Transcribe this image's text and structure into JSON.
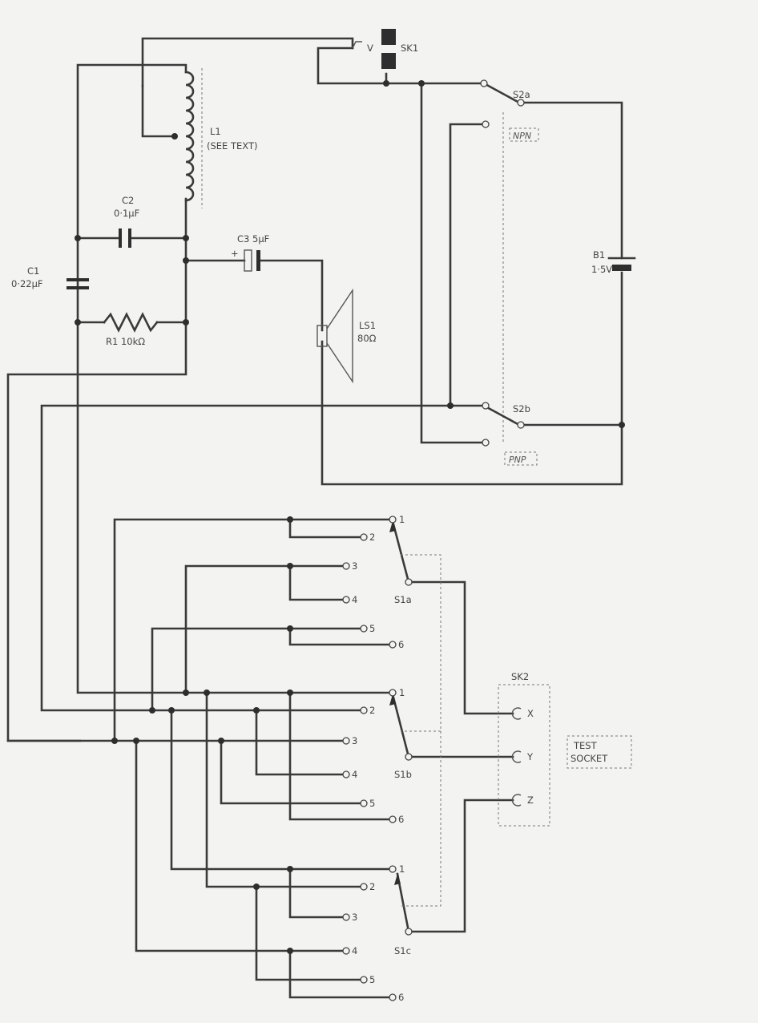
{
  "labels": {
    "l1": "L1",
    "l1_note": "(SEE TEXT)",
    "c2": "C2",
    "c2_value": "0·1μF",
    "c1": "C1",
    "c1_value": "0·22μF",
    "r1": "R1 10kΩ",
    "c3": "C3 5μF",
    "c3_plus": "+",
    "ls1": "LS1",
    "ls1_value": "80Ω",
    "sk1": "SK1",
    "sk1_v": "V",
    "s2a": "S2a",
    "s2b": "S2b",
    "npn": "NPN",
    "pnp": "PNP",
    "b1": "B1",
    "b1_value": "1·5V",
    "s1a": "S1a",
    "s1b": "S1b",
    "s1c": "S1c",
    "sk2": "SK2",
    "sk2_x": "X",
    "sk2_y": "Y",
    "sk2_z": "Z",
    "test_socket_1": "TEST",
    "test_socket_2": "SOCKET"
  },
  "switch_positions": {
    "s1a": [
      "1",
      "2",
      "3",
      "4",
      "5",
      "6"
    ],
    "s1b": [
      "1",
      "2",
      "3",
      "4",
      "5",
      "6"
    ],
    "s1c": [
      "1",
      "2",
      "3",
      "4",
      "5",
      "6"
    ]
  },
  "colors": {
    "ink": "#3a3a3a",
    "paper": "#f3f3f1"
  }
}
